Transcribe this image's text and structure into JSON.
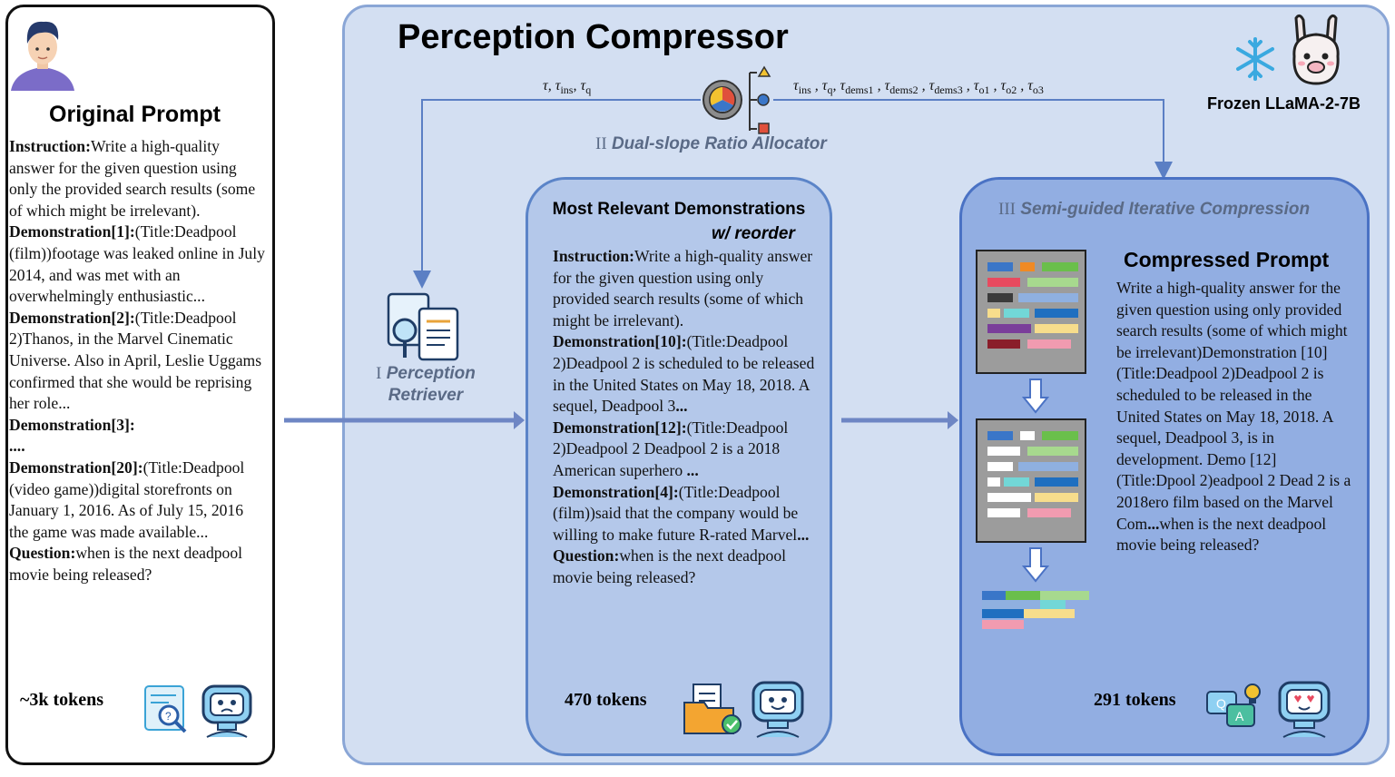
{
  "title": "Perception Compressor",
  "frozen_model": "Frozen LLaMA-2-7B",
  "original": {
    "title": "Original Prompt",
    "lines": [
      {
        "bold": "Instruction:",
        "text": "Write a high-quality answer for the given question using only the provided search results (some of which might be irrelevant)."
      },
      {
        "bold": "Demonstration[1]:",
        "text": "(Title:Deadpool (film))footage was leaked online in July 2014, and was met with an overwhelmingly enthusiastic..."
      },
      {
        "bold": "Demonstration[2]:",
        "text": "(Title:Deadpool 2)Thanos, in the Marvel Cinematic Universe. Also in April, Leslie Uggams confirmed that she would be reprising her role..."
      },
      {
        "bold": "Demonstration[3]:",
        "text": ""
      },
      {
        "bold": "....",
        "text": ""
      },
      {
        "bold": "Demonstration[20]:",
        "text": "(Title:Deadpool (video game))digital storefronts on January 1, 2016. As of July 15, 2016 the game was made available..."
      },
      {
        "bold": "Question:",
        "text": "when is the next deadpool movie being released?"
      }
    ],
    "tokens": "~3k tokens"
  },
  "allocator": {
    "label": "Dual-slope Ratio Allocator",
    "numeral": "II"
  },
  "retriever": {
    "label": "Perception Retriever",
    "numeral": "I"
  },
  "formula_left": "τ, τins, τq",
  "formula_right": "τins , τq, τdems1 , τdems2 , τdems3 , τo1 , τo2 , τo3",
  "demonstrations": {
    "title": "Most Relevant Demonstrations",
    "subtitle": "w/ reorder",
    "lines": [
      {
        "bold": "Instruction:",
        "text": "Write a high-quality answer for the given question using only provided search results (some of which might be irrelevant).",
        "tail": ""
      },
      {
        "bold": "Demonstration[10]:",
        "text": "(Title:Deadpool 2)Deadpool 2 is scheduled to be released in the United States on May 18, 2018. A sequel, Deadpool 3",
        "tail": "..."
      },
      {
        "bold": "Demonstration[12]:",
        "text": "(Title:Deadpool 2)Deadpool 2 Deadpool 2 is a 2018 American superhero ",
        "tail": "..."
      },
      {
        "bold": "Demonstration[4]:",
        "text": "(Title:Deadpool (film))said that the company would be willing to make future R-rated Marvel",
        "tail": "..."
      },
      {
        "bold": "Question:",
        "text": "when is the next deadpool movie being released?",
        "tail": ""
      }
    ],
    "tokens": "470 tokens"
  },
  "compression": {
    "label": "Semi-guided Iterative Compression",
    "numeral": "III",
    "prompt_title": "Compressed Prompt",
    "prompt_text_1": "Write a high-quality answer for the given question using only provided search results (some of which might be irrelevant)Demonstration [10](Title:Deadpool 2)Deadpool 2 is scheduled to be released in the United States on May 18, 2018. A sequel, Deadpool 3, is in development. Demo [12](Title:Dpool 2)eadpool 2 Dead 2 is a 2018ero film based on the Marvel Com",
    "prompt_bold": "...",
    "prompt_text_2": "when is the next deadpool movie being released?",
    "tokens": "291 tokens"
  },
  "colors": {
    "main_bg": "#d3dff2",
    "mid_bg": "#b4c8ea",
    "right_bg": "#92aee2",
    "arrow": "#5b7fc4"
  }
}
